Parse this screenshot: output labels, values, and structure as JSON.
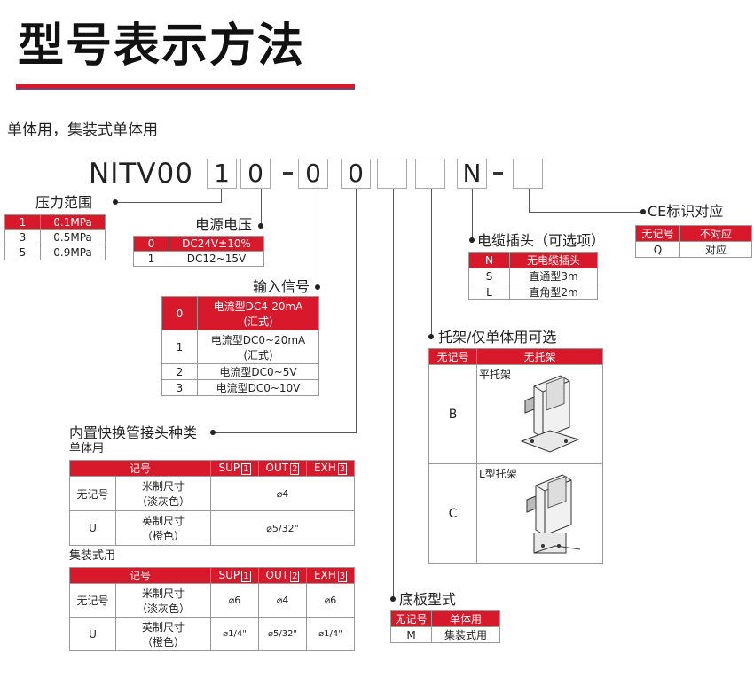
{
  "title": "型号表示方法",
  "subtitle": "单体用，集装式单体用",
  "model": {
    "prefix": "NITV00",
    "boxes": [
      "1",
      "0",
      "0",
      "0",
      "",
      "",
      "N",
      ""
    ],
    "dash": "-"
  },
  "pressure": {
    "label": "压力范围",
    "rows": [
      [
        "1",
        "0.1MPa"
      ],
      [
        "3",
        "0.5MPa"
      ],
      [
        "5",
        "0.9MPa"
      ]
    ]
  },
  "power": {
    "label": "电源电压",
    "rows": [
      [
        "0",
        "DC24V±10%"
      ],
      [
        "1",
        "DC12~15V"
      ]
    ]
  },
  "signal": {
    "label": "输入信号",
    "rows": [
      [
        "0",
        "电流型DC4-20mA",
        "(汇式)"
      ],
      [
        "1",
        "电流型DC0~20mA",
        "(汇式)"
      ],
      [
        "2",
        "电流型DC0~5V",
        ""
      ],
      [
        "3",
        "电流型DC0~10V",
        ""
      ]
    ]
  },
  "fitting": {
    "label": "内置快换管接头种类",
    "single_label": "单体用",
    "manifold_label": "集装式用",
    "header": [
      "记号",
      "SUP",
      "1",
      "OUT",
      "2",
      "EXH",
      "3"
    ],
    "single_rows": [
      [
        "无记号",
        "米制尺寸",
        "（淡灰色）",
        "⌀4"
      ],
      [
        "U",
        "英制尺寸",
        "（橙色）",
        "⌀5/32\""
      ]
    ],
    "manifold_rows": [
      [
        "无记号",
        "米制尺寸",
        "（淡灰色）",
        "⌀6",
        "⌀4",
        "⌀6"
      ],
      [
        "U",
        "英制尺寸",
        "（橙色）",
        "⌀1/4\"",
        "⌀5/32\"",
        "⌀1/4\""
      ]
    ]
  },
  "base": {
    "label": "底板型式",
    "header": [
      "无记号",
      "单体用"
    ],
    "rows": [
      [
        "M",
        "集装式用"
      ]
    ]
  },
  "bracket": {
    "label": "托架/仅单体用可选",
    "header": [
      "无记号",
      "无托架"
    ],
    "rows": [
      [
        "B",
        "平托架"
      ],
      [
        "C",
        "L型托架"
      ]
    ]
  },
  "cable": {
    "label": "电缆插头（可选项）",
    "rows": [
      [
        "N",
        "无电缆插头"
      ],
      [
        "S",
        "直通型3m"
      ],
      [
        "L",
        "直角型2m"
      ]
    ]
  },
  "ce": {
    "label": "CE标识对应",
    "header": [
      "无记号",
      "不对应"
    ],
    "rows": [
      [
        "Q",
        "对应"
      ]
    ]
  },
  "colors": {
    "accent": "#d7192b",
    "blue": "#1d6bb8"
  }
}
